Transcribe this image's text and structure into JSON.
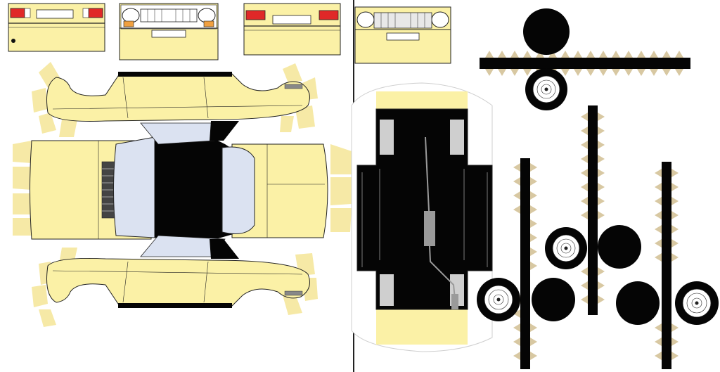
{
  "colors": {
    "paper": "#ffffff",
    "body_yellow": "#fbf1a6",
    "tab_yellow": "#f6e9a6",
    "glass_blue": "#dbe2f1",
    "interior_black": "#050505",
    "outline": "#222222",
    "tan_teeth": "#d8c8a2",
    "tail_red": "#e02828",
    "indicator_orange": "#f0a040",
    "exhaust_grey": "#9a9a9a"
  },
  "sheet": {
    "title": "",
    "sections": [
      "car-body-net",
      "chassis-and-wheels"
    ]
  },
  "panels": [
    "rear-end-panel",
    "front-grille-panel",
    "rear-end-panel-alt",
    "front-grille-panel-alt",
    "left-side-body",
    "main-body-top",
    "right-side-body",
    "chassis-underside",
    "wheel-axle-strips"
  ],
  "wheels": {
    "count": 8,
    "hubcap_style": "spoked-white",
    "tyre_color": "black"
  }
}
